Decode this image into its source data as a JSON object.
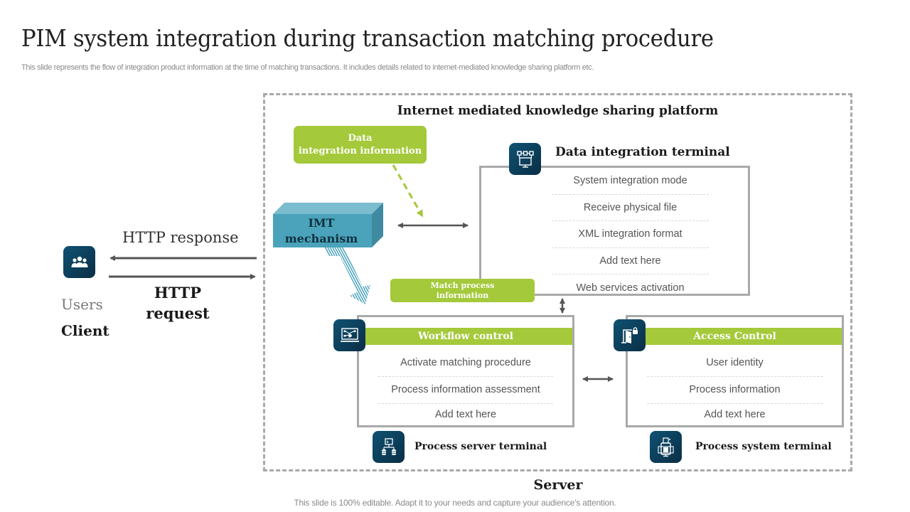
{
  "slide": {
    "title": "PIM system integration during transaction matching procedure",
    "subtitle": "This slide represents the flow of integration product information at the time of matching transactions. It includes details related to internet-mediated knowledge sharing platform etc.",
    "footer": "This slide is 100% editable. Adapt it to your needs and capture your audience's attention."
  },
  "client": {
    "icon": "users-icon",
    "users_label": "Users",
    "client_label": "Client",
    "http_response": "HTTP response",
    "http_request_line1": "HTTP",
    "http_request_line2": "request"
  },
  "platform": {
    "title": "Internet mediated knowledge sharing platform",
    "server_label": "Server",
    "data_integration_info": {
      "line1": "Data",
      "line2": "integration information"
    },
    "imt": {
      "line1": "IMT",
      "line2": "mechanism"
    },
    "match_process": {
      "line1": "Match process",
      "line2": "information"
    },
    "data_integration_terminal": {
      "icon": "network-monitor-icon",
      "title": "Data integration terminal",
      "items": [
        "System integration mode",
        "Receive physical file",
        "XML integration format",
        "Add text here",
        "Web services activation"
      ]
    },
    "workflow_control": {
      "icon": "laptop-workflow-icon",
      "title": "Workflow control",
      "items": [
        "Activate matching procedure",
        "Process information assessment",
        "Add text here"
      ]
    },
    "access_control": {
      "icon": "door-lock-icon",
      "title": "Access Control",
      "items": [
        "User identity",
        "Process information",
        "Add text here"
      ]
    },
    "process_server_terminal": {
      "icon": "server-network-icon",
      "label": "Process server terminal"
    },
    "process_system_terminal": {
      "icon": "terminal-device-icon",
      "label": "Process system terminal"
    }
  },
  "colors": {
    "accent_green": "#a4c93a",
    "icon_tile": "#0f5273",
    "imt_box": "#4aa3bb",
    "border_gray": "#a9a9a9",
    "arrow_gray": "#555555"
  }
}
